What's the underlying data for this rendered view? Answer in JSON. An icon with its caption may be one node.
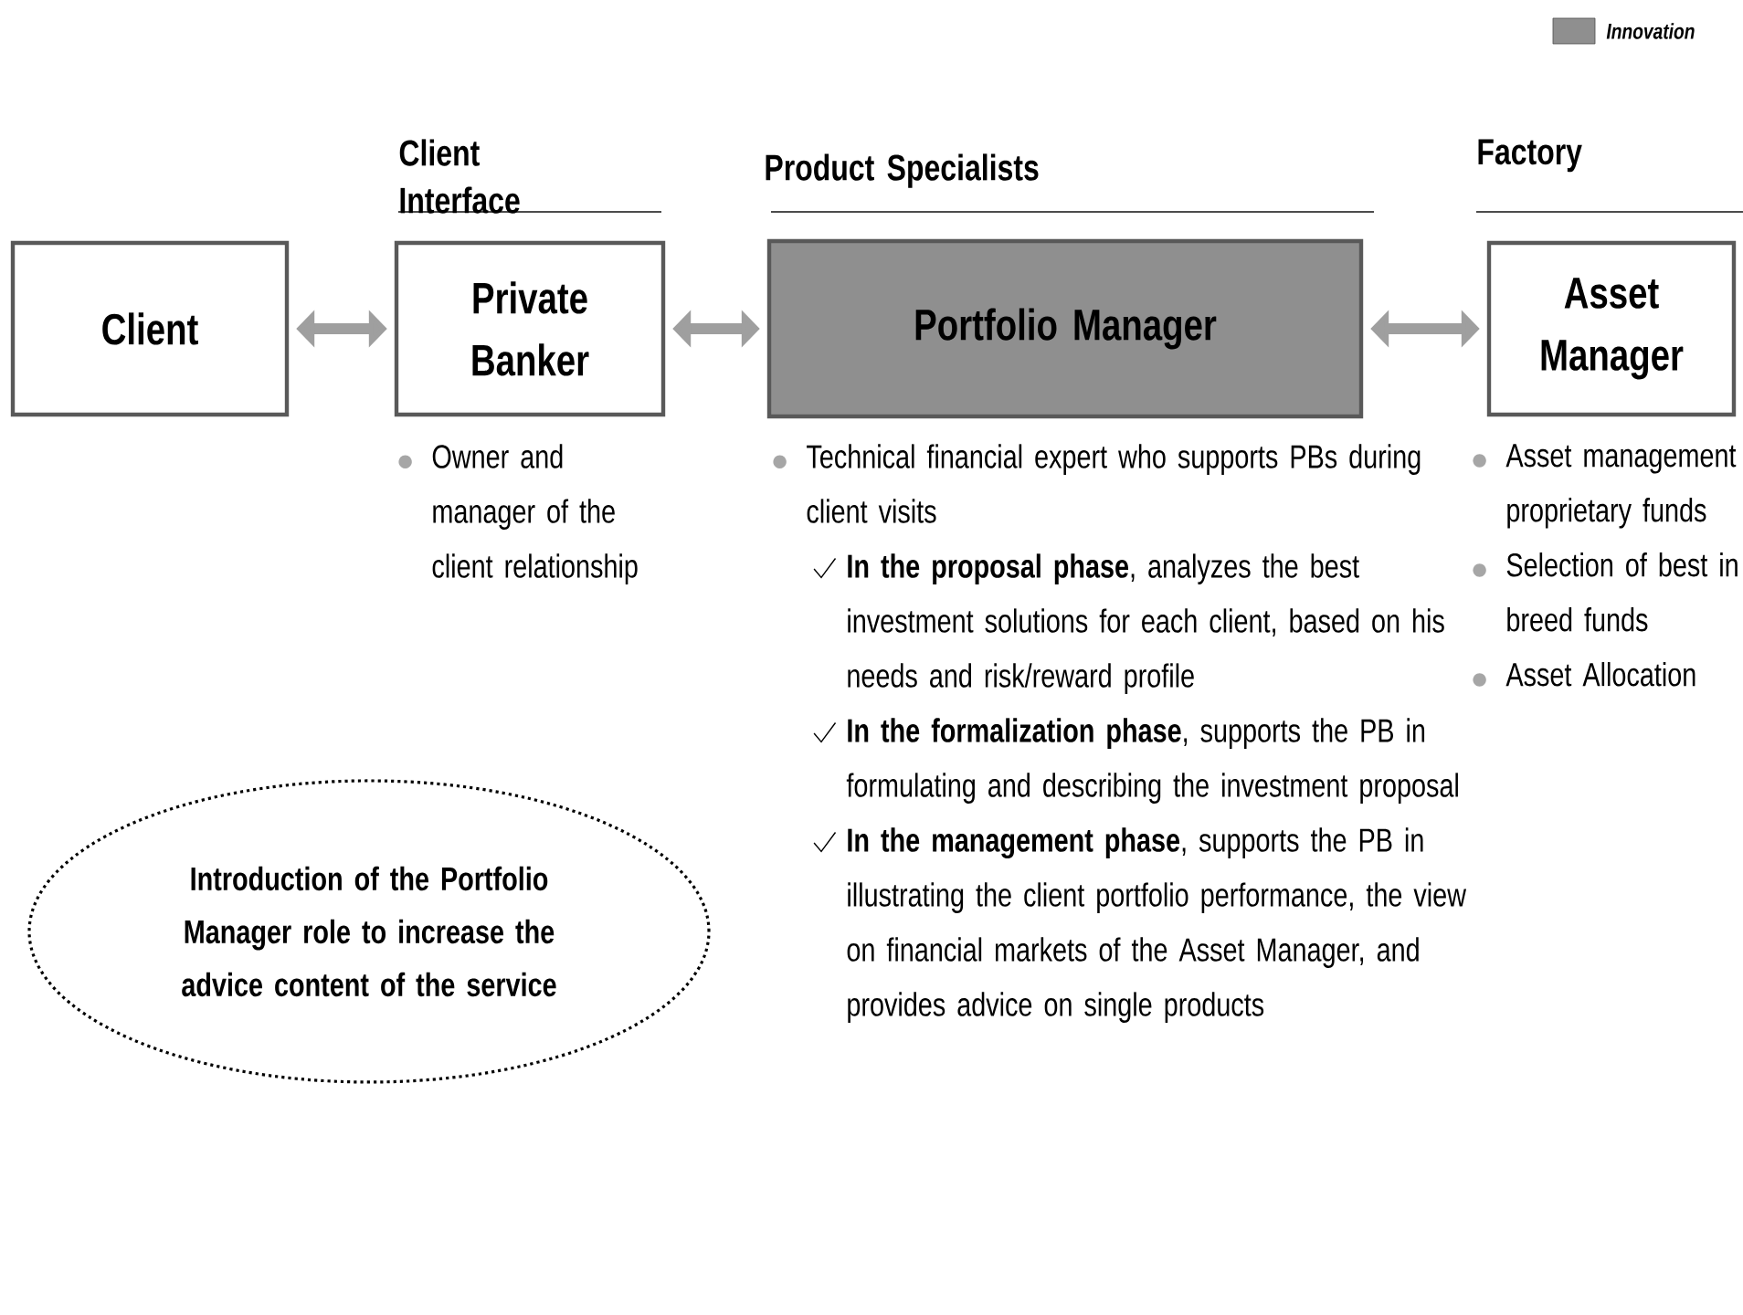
{
  "diagram": {
    "nodes": [
      {
        "text": [
          "Client"
        ]
      },
      {
        "text": [
          "Private Banker"
        ],
        "beside": [
          "Owner and manager of the client relationship"
        ]
      },
      {
        "text": [
          "Portfolio Manager"
        ],
        "beside": [
          "Technical financial expert who supports PBs during client visits",
          "**In the proposal phase**, analyzes the best investment solutions for each client, based on his needs and risk/reward profile",
          "**In the formalization phase**, supports the PB in formulating and describing the investment proposal",
          "**In the management phase**, supports the PB in illustrating the client portfolio performance, the view on financial markets of the Asset Manager, and provides advice on single products"
        ]
      },
      {
        "text": [
          "Asset Manager"
        ],
        "beside": [
          "Asset management proprietary funds",
          "Selection of best in breed funds",
          "Asset Allocation"
        ]
      },
      {
        "text": [
          "Introduction of the Portfolio Manager role to increase the advice content of the service"
        ]
      }
    ],
    "edges": [
      {
        "from": 0,
        "to": 1,
        "arrow": "both"
      },
      {
        "from": 1,
        "to": 2,
        "arrow": "both"
      },
      {
        "from": 2,
        "to": 3,
        "arrow": "both"
      }
    ],
    "labels": [
      "Client Interface",
      "Product Specialists",
      "Factory"
    ],
    "legend": [
      {
        "text": "Innovation",
        "color": "#8f8f8f"
      }
    ]
  }
}
